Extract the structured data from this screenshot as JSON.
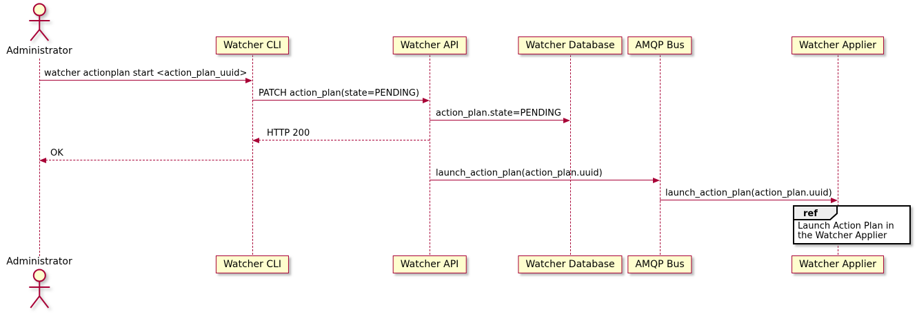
{
  "diagram": {
    "type": "sequence",
    "colors": {
      "participant_fill": "#FEFECE",
      "participant_border": "#A80036",
      "line": "#A80036",
      "text": "#000000",
      "ref_header_fill": "#EEEEEE",
      "ref_border": "#000000"
    },
    "actor": {
      "name": "Administrator"
    },
    "participants": [
      {
        "name": "Watcher CLI"
      },
      {
        "name": "Watcher API"
      },
      {
        "name": "Watcher Database"
      },
      {
        "name": "AMQP Bus"
      },
      {
        "name": "Watcher Applier"
      }
    ],
    "messages": [
      {
        "from": "Administrator",
        "to": "Watcher CLI",
        "label": "watcher actionplan start <action_plan_uuid>",
        "line": "solid"
      },
      {
        "from": "Watcher CLI",
        "to": "Watcher API",
        "label": "PATCH action_plan(state=PENDING)",
        "line": "solid"
      },
      {
        "from": "Watcher API",
        "to": "Watcher Database",
        "label": "action_plan.state=PENDING",
        "line": "solid"
      },
      {
        "from": "Watcher API",
        "to": "Watcher CLI",
        "label": "HTTP 200",
        "line": "dashed"
      },
      {
        "from": "Watcher CLI",
        "to": "Administrator",
        "label": "OK",
        "line": "dashed"
      },
      {
        "from": "Watcher API",
        "to": "AMQP Bus",
        "label": "launch_action_plan(action_plan.uuid)",
        "line": "solid"
      },
      {
        "from": "AMQP Bus",
        "to": "Watcher Applier",
        "label": "launch_action_plan(action_plan.uuid)",
        "line": "solid"
      }
    ],
    "ref": {
      "keyword": "ref",
      "over": "Watcher Applier",
      "text": "Launch Action Plan in the Watcher Applier"
    }
  }
}
